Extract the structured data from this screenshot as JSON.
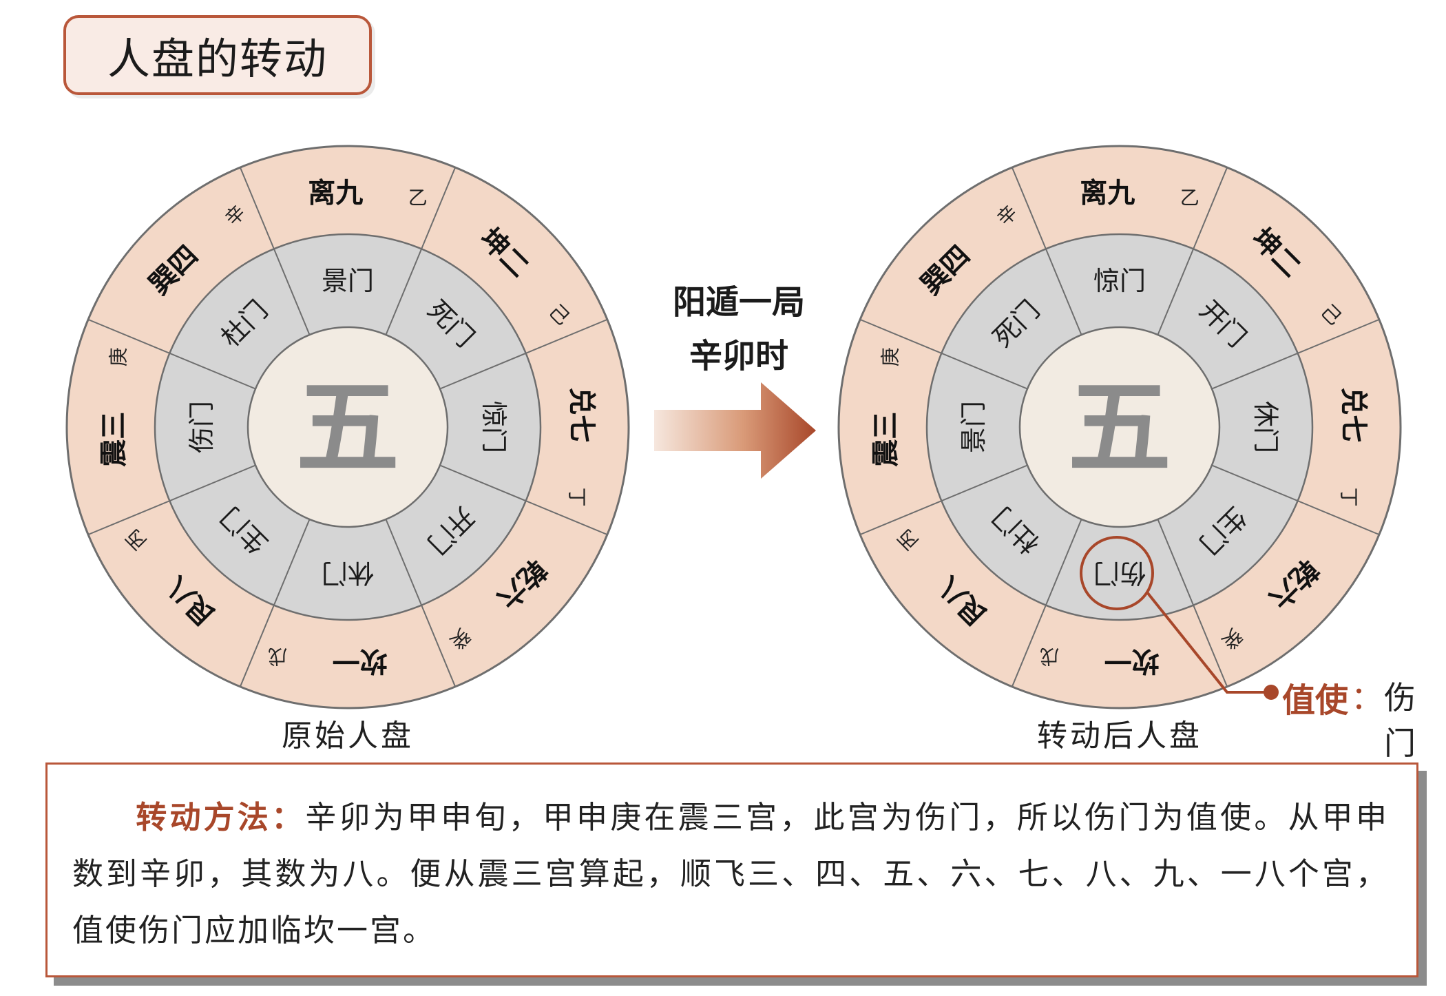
{
  "title": "人盘的转动",
  "arrow_label": {
    "line1": "阳遁一局",
    "line2": "辛卯时"
  },
  "center_glyph": "五",
  "left_disk": {
    "caption": "原始人盘",
    "palaces": [
      {
        "name": "离九",
        "stem": "乙"
      },
      {
        "name": "坤二",
        "stem": "己"
      },
      {
        "name": "兑七",
        "stem": "丁"
      },
      {
        "name": "乾六",
        "stem": "癸"
      },
      {
        "name": "坎一",
        "stem": "戊"
      },
      {
        "name": "艮八",
        "stem": "丙"
      },
      {
        "name": "震三",
        "stem": "庚"
      },
      {
        "name": "巽四",
        "stem": "辛"
      }
    ],
    "doors": [
      "景门",
      "死门",
      "惊门",
      "开门",
      "休门",
      "生门",
      "伤门",
      "杜门"
    ]
  },
  "right_disk": {
    "caption": "转动后人盘",
    "palaces": [
      {
        "name": "离九",
        "stem": "乙"
      },
      {
        "name": "坤二",
        "stem": "己"
      },
      {
        "name": "兑七",
        "stem": "丁"
      },
      {
        "name": "乾六",
        "stem": "癸"
      },
      {
        "name": "坎一",
        "stem": "戊"
      },
      {
        "name": "艮八",
        "stem": "丙"
      },
      {
        "name": "震三",
        "stem": "庚"
      },
      {
        "name": "巽四",
        "stem": "辛"
      }
    ],
    "doors": [
      "惊门",
      "开门",
      "休门",
      "生门",
      "伤门",
      "杜门",
      "景门",
      "死门"
    ]
  },
  "valuer": {
    "label": "值使",
    "colon": "：",
    "value": "伤门"
  },
  "note": {
    "lead": "转动方法：",
    "body": "辛卯为甲申旬，甲申庚在震三宫，此宫为伤门，所以伤门为值使。从甲申数到辛卯，其数为八。便从震三宫算起，顺飞三、四、五、六、七、八、九、一八个宫，值使伤门应加临坎一宫。"
  },
  "colors": {
    "outer_ring": "#f3d8c7",
    "middle_ring": "#d5d5d5",
    "inner_circle": "#f2ebe2",
    "accent": "#a8472a",
    "center_glyph": "#8b8b8b"
  }
}
